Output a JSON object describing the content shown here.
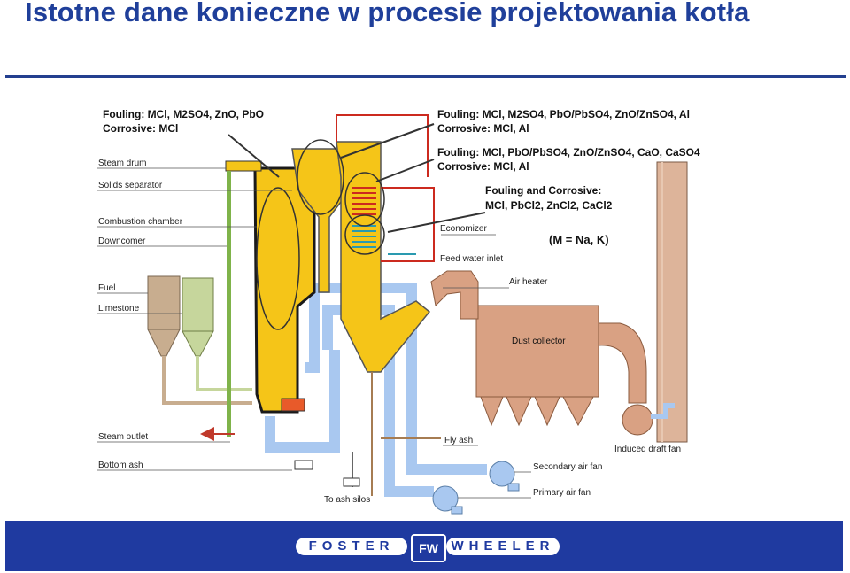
{
  "title": "Istotne dane konieczne w procesie projektowania kotła",
  "left_labels": [
    "Steam drum",
    "Solids separator",
    "Combustion chamber",
    "Downcomer",
    "Fuel",
    "Limestone",
    "Steam outlet",
    "Bottom ash"
  ],
  "right_labels": {
    "economizer": "Economizer",
    "feed_water": "Feed water inlet",
    "air_heater": "Air heater",
    "dust_collector": "Dust collector",
    "fly_ash": "Fly ash",
    "secondary_fan": "Secondary air  fan",
    "primary_fan": "Primary air  fan",
    "induced_fan": "Induced draft fan",
    "ash_silos": "To ash silos"
  },
  "annotations": {
    "a1_l1": "Fouling: MCl, M2SO4, ZnO, PbO",
    "a1_l2": "Corrosive: MCl",
    "a2_l1": "Fouling: MCl, M2SO4, PbO/PbSO4, ZnO/ZnSO4, Al",
    "a2_l2": "Corrosive: MCl, Al",
    "a3_l1": "Fouling: MCl, PbO/PbSO4, ZnO/ZnSO4, CaO, CaSO4",
    "a3_l2": "Corrosive: MCl, Al",
    "a4_l1": "Fouling and Corrosive:",
    "a4_l2": "MCl, PbCl2, ZnCl2, CaCl2",
    "m_note": "(M = Na, K)"
  },
  "logo": {
    "left": "FOSTER",
    "mark": "FW",
    "right": "WHEELER"
  },
  "colors": {
    "title": "#1f3f9a",
    "footer": "#1f3aa0",
    "furnace": "#f5c518",
    "ducts": "#d9a183",
    "air": "#a9c8f0",
    "silo_fuel": "#c8ad8f",
    "silo_lime": "#c6d69c"
  }
}
